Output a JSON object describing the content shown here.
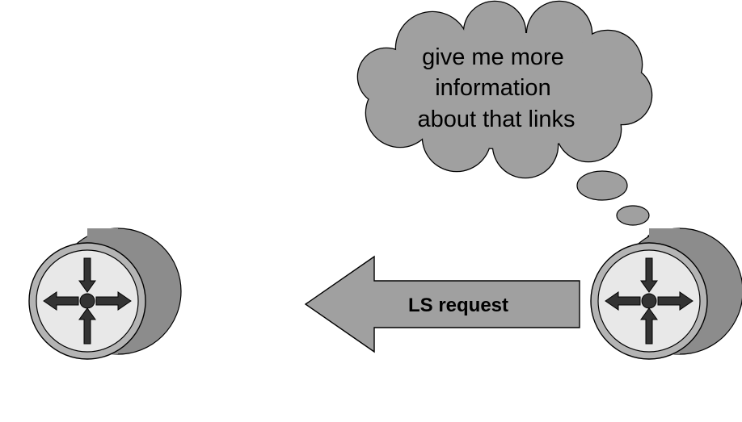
{
  "thought_bubble": {
    "lines": [
      "give me more",
      "information",
      "about that links"
    ]
  },
  "message_arrow": {
    "label": "LS request"
  },
  "routers": [
    {
      "role": "left-router",
      "icon": "router-icon"
    },
    {
      "role": "right-router",
      "icon": "router-icon"
    }
  ],
  "colors": {
    "bubble_fill": "#a0a0a0",
    "arrow_fill": "#a0a0a0",
    "router_body": "#8c8c8c",
    "router_ring": "#b4b4b4",
    "router_face": "#e8e8e8",
    "router_arrows": "#333333",
    "stroke": "#000000"
  }
}
